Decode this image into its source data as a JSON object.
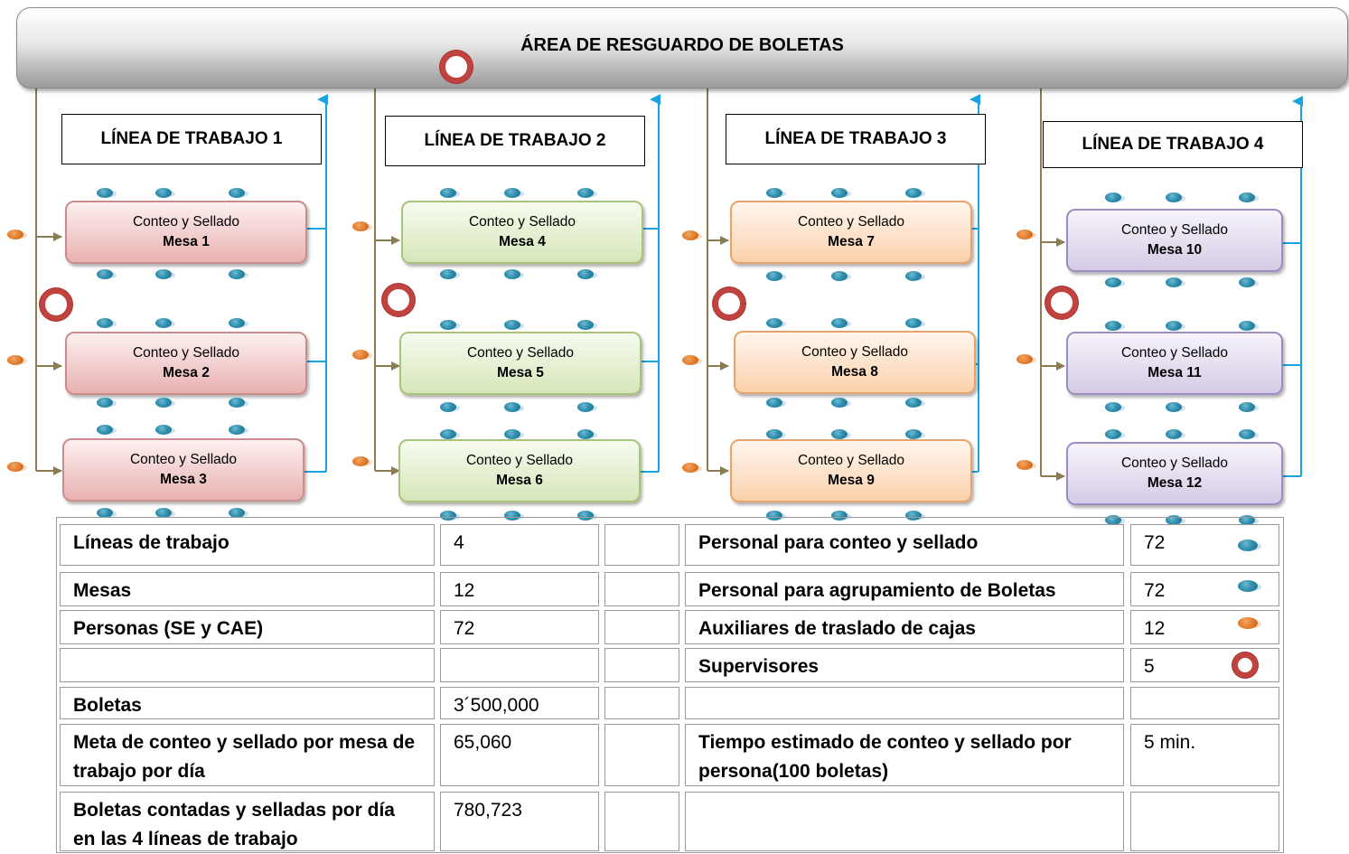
{
  "header": {
    "title": "ÁREA DE RESGUARDO DE BOLETAS"
  },
  "lines": [
    {
      "label": "LÍNEA DE TRABAJO 1",
      "color": "#e9b1b1",
      "mesas": [
        {
          "t1": "Conteo y Sellado",
          "t2": "Mesa 1"
        },
        {
          "t1": "Conteo y Sellado",
          "t2": "Mesa 2"
        },
        {
          "t1": "Conteo y Sellado",
          "t2": "Mesa 3"
        }
      ]
    },
    {
      "label": "LÍNEA DE TRABAJO 2",
      "color": "#d6e6b9",
      "mesas": [
        {
          "t1": "Conteo y Sellado",
          "t2": "Mesa 4"
        },
        {
          "t1": "Conteo y Sellado",
          "t2": "Mesa 5"
        },
        {
          "t1": "Conteo y Sellado",
          "t2": "Mesa 6"
        }
      ]
    },
    {
      "label": "LÍNEA DE TRABAJO 3",
      "color": "#fbd1ac",
      "mesas": [
        {
          "t1": "Conteo y Sellado",
          "t2": "Mesa 7"
        },
        {
          "t1": "Conteo y Sellado",
          "t2": "Mesa 8"
        },
        {
          "t1": "Conteo y Sellado",
          "t2": "Mesa 9"
        }
      ]
    },
    {
      "label": "LÍNEA DE TRABAJO 4",
      "color": "#d5cbe6",
      "mesas": [
        {
          "t1": "Conteo y Sellado",
          "t2": "Mesa 10"
        },
        {
          "t1": "Conteo y Sellado",
          "t2": "Mesa 11"
        },
        {
          "t1": "Conteo y Sellado",
          "t2": "Mesa 12"
        }
      ]
    }
  ],
  "icons": {
    "staff": "blue-dot-icon",
    "auxiliary": "orange-dot-icon",
    "supervisor": "red-ring-icon",
    "colors": {
      "staff": "#2f8fae",
      "auxiliary": "#e07a2a",
      "supervisor": "#c0433f",
      "flow_in": "#8b7d4f",
      "flow_out": "#1aa3e0"
    }
  },
  "table": {
    "left": [
      {
        "label": "Líneas de trabajo",
        "value": "4"
      },
      {
        "label": "Mesas",
        "value": "12"
      },
      {
        "label": "Personas  (SE y CAE)",
        "value": "72"
      },
      {
        "label": "",
        "value": ""
      },
      {
        "label": "Boletas",
        "value": "3´500,000"
      },
      {
        "label": "Meta de conteo y sellado por mesa de trabajo por día",
        "value": "65,060"
      },
      {
        "label": "Boletas contadas y selladas por día en las 4 líneas de trabajo",
        "value": "780,723"
      }
    ],
    "right": [
      {
        "label": "Personal para conteo y sellado",
        "value": "72"
      },
      {
        "label": "Personal para agrupamiento de Boletas",
        "value": "72"
      },
      {
        "label": "Auxiliares de  traslado de cajas",
        "value": "12"
      },
      {
        "label": "Supervisores",
        "value": "5"
      },
      {
        "label": "",
        "value": ""
      },
      {
        "label": "Tiempo estimado de conteo y sellado por persona(100 boletas)",
        "value": "5 min."
      },
      {
        "label": "",
        "value": ""
      }
    ]
  }
}
